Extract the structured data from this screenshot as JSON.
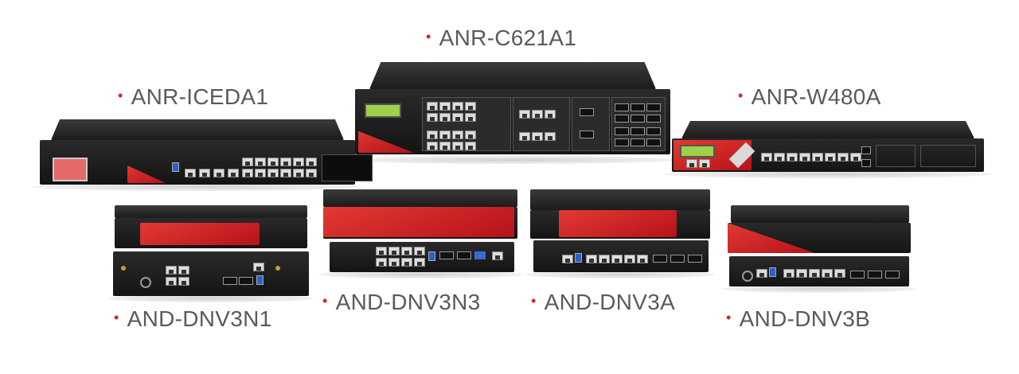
{
  "products": {
    "anr_c621a1": "ANR-C621A1",
    "anr_iceda1": "ANR-ICEDA1",
    "anr_w480a": "ANR-W480A",
    "and_dnv3n1": "AND-DNV3N1",
    "and_dnv3n3": "AND-DNV3N3",
    "and_dnv3a": "AND-DNV3A",
    "and_dnv3b": "AND-DNV3B"
  },
  "bullet": "•",
  "colors": {
    "accent": "#d2232a",
    "label_text": "#5a5a5a",
    "chassis": "#1c1c1c",
    "panel_red": "#c8161d"
  }
}
